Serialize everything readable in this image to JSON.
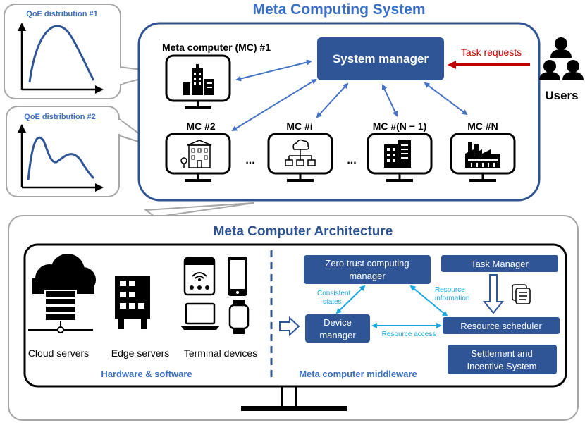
{
  "system": {
    "title": "Meta Computing System",
    "mc1_label": "Meta computer (MC) #1",
    "mc2_label": "MC #2",
    "mci_label": "MC #i",
    "mcn1_label": "MC #(N − 1)",
    "mcn_label": "MC #N",
    "ellipsis": "...",
    "system_manager": "System manager",
    "task_requests": "Task requests",
    "users": "Users"
  },
  "qoe": {
    "dist1_title": "QoE distribution #1",
    "dist2_title": "QoE distribution #2"
  },
  "architecture": {
    "title": "Meta Computer Architecture",
    "hardware": {
      "section_label": "Hardware & software",
      "cloud": "Cloud servers",
      "edge": "Edge servers",
      "terminal": "Terminal devices"
    },
    "middleware": {
      "section_label": "Meta computer middleware",
      "zero_trust_line1": "Zero trust computing",
      "zero_trust_line2": "manager",
      "task_manager": "Task Manager",
      "device_manager_line1": "Device",
      "device_manager_line2": "manager",
      "resource_scheduler": "Resource scheduler",
      "settlement_line1": "Settlement and",
      "settlement_line2": "Incentive System",
      "consistent_line1": "Consistent",
      "consistent_line2": "states",
      "resource_info_line1": "Resource",
      "resource_info_line2": "information",
      "resource_access": "Resource access"
    }
  },
  "colors": {
    "navy": "#2e5390",
    "title_blue": "#3a6fc4",
    "box_blue": "#2f5597",
    "cyan": "#1aa6de",
    "red": "#c00000",
    "grey": "#a6a6a6"
  }
}
